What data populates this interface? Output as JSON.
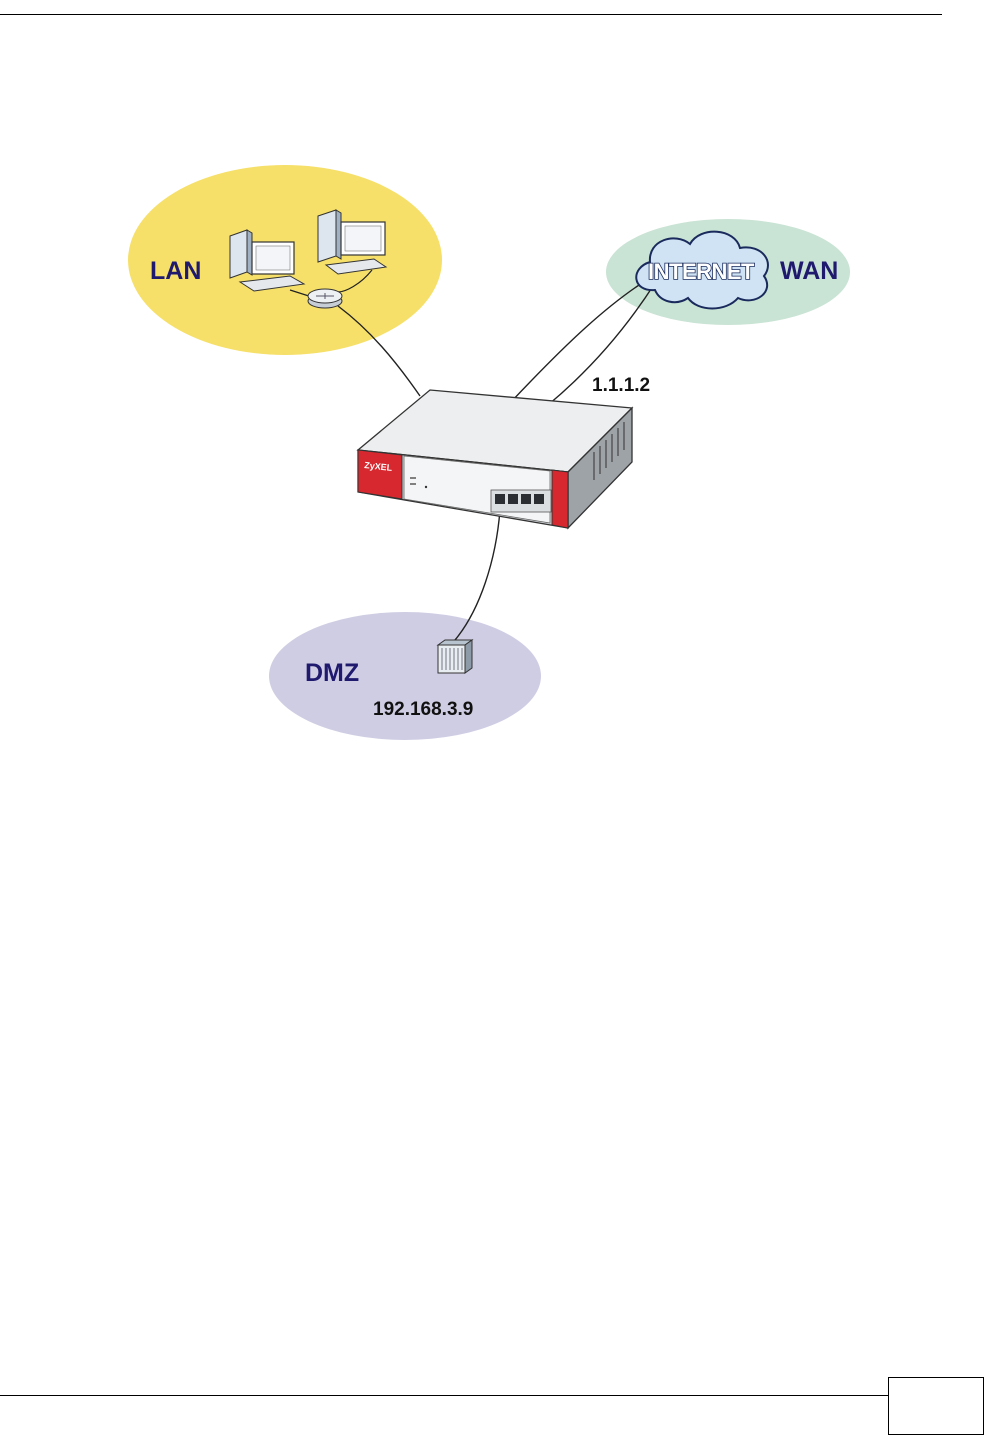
{
  "diagram": {
    "zones": {
      "lan": {
        "label": "LAN",
        "color": "#f6e06a"
      },
      "wan": {
        "label": "WAN",
        "color": "#c9e3d4"
      },
      "dmz": {
        "label": "DMZ",
        "color": "#cfcde3"
      }
    },
    "internet": {
      "label": "INTERNET",
      "color": "#cfe3f4"
    },
    "wan_ip": "1.1.1.2",
    "dmz_ip": "192.168.3.9",
    "device": {
      "brand": "ZyXEL",
      "accent": "#d6282e"
    }
  },
  "footer": {
    "page_number": ""
  }
}
